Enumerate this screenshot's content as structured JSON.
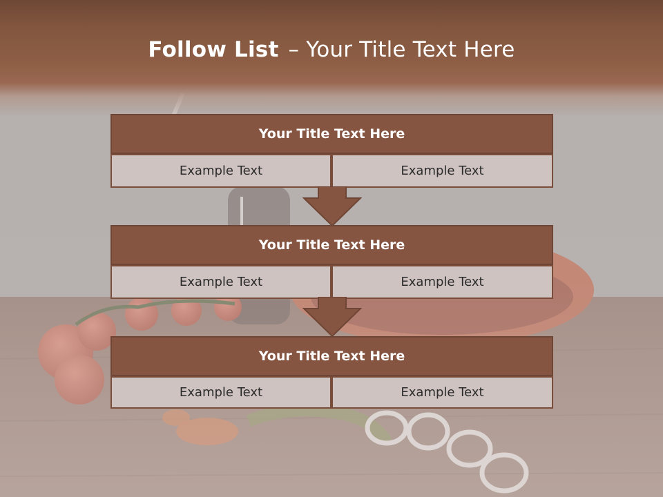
{
  "slide": {
    "title_bold": "Follow List",
    "title_dash": "–",
    "title_rest": "Your Title Text Here"
  },
  "blocks": [
    {
      "title": "Your Title Text Here",
      "left": "Example Text",
      "right": "Example Text"
    },
    {
      "title": "Your Title Text Here",
      "left": "Example Text",
      "right": "Example Text"
    },
    {
      "title": "Your Title Text Here",
      "left": "Example Text",
      "right": "Example Text"
    }
  ],
  "colors": {
    "header_fill": "#855541",
    "cell_fill": "#cec3c0",
    "arrow_fill": "#855541",
    "title_band": "#8f5f46"
  },
  "icons": [
    "down-arrow-icon"
  ]
}
